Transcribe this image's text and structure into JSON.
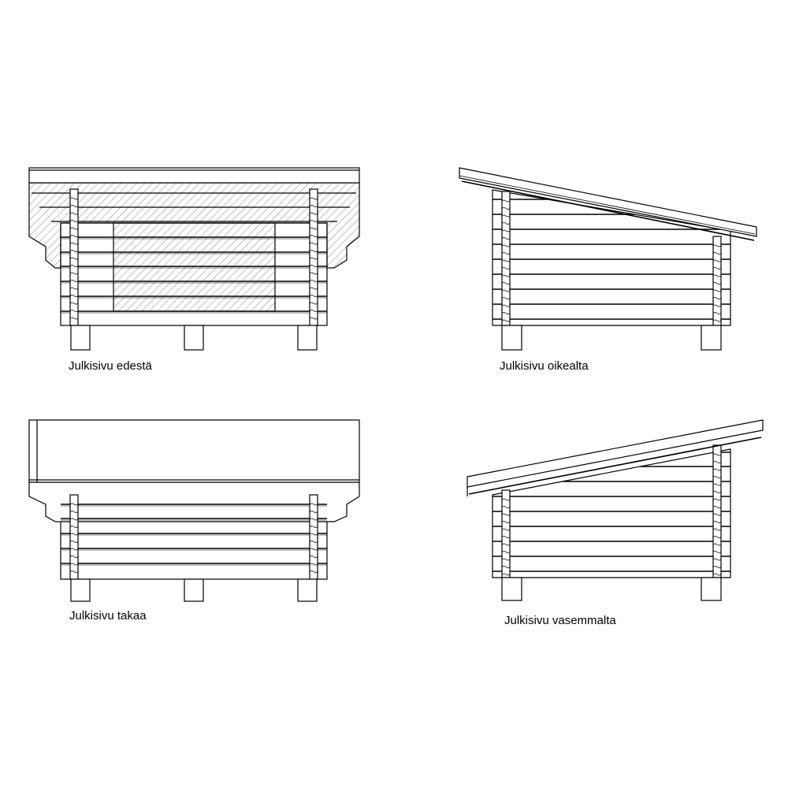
{
  "labels": {
    "front": "Julkisivu edestä",
    "right": "Julkisivu oikealta",
    "back": "Julkisivu takaa",
    "left": "Julkisivu vasemmalta"
  },
  "colors": {
    "line": "#000000",
    "hatch": "#555555",
    "background": "#ffffff"
  }
}
